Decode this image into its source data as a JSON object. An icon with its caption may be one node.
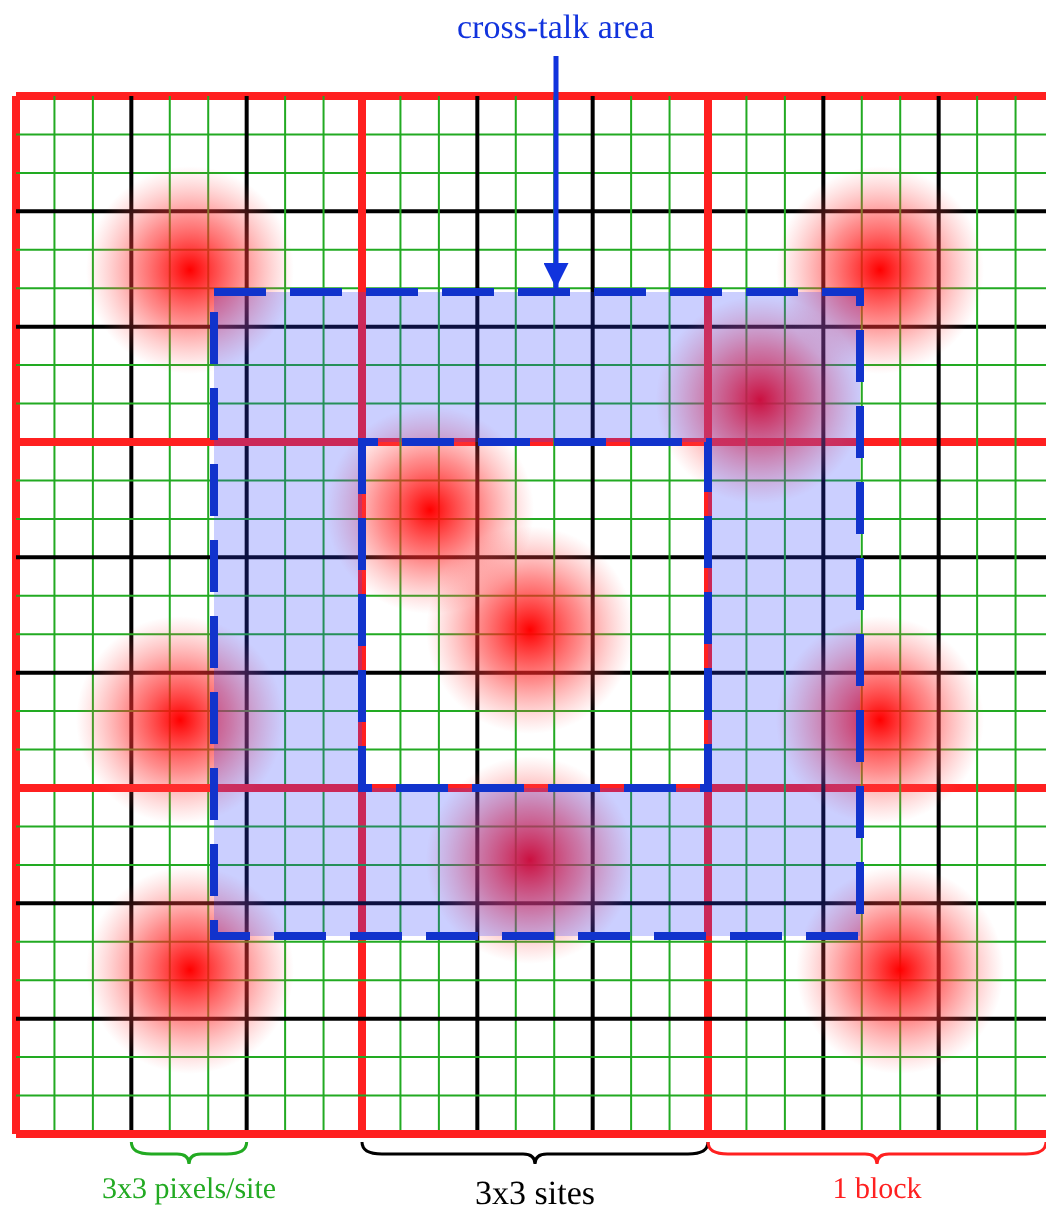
{
  "diagram": {
    "nodes": [
      {
        "text": [
          "cross-talk area"
        ]
      },
      {
        "text": [],
        "shape": "box"
      }
    ],
    "edges": [
      {
        "from": 0,
        "to": 1,
        "arrow": "to"
      }
    ],
    "labels": [
      "3x3 pixels/site",
      "3x3 sites",
      "1 block"
    ]
  }
}
